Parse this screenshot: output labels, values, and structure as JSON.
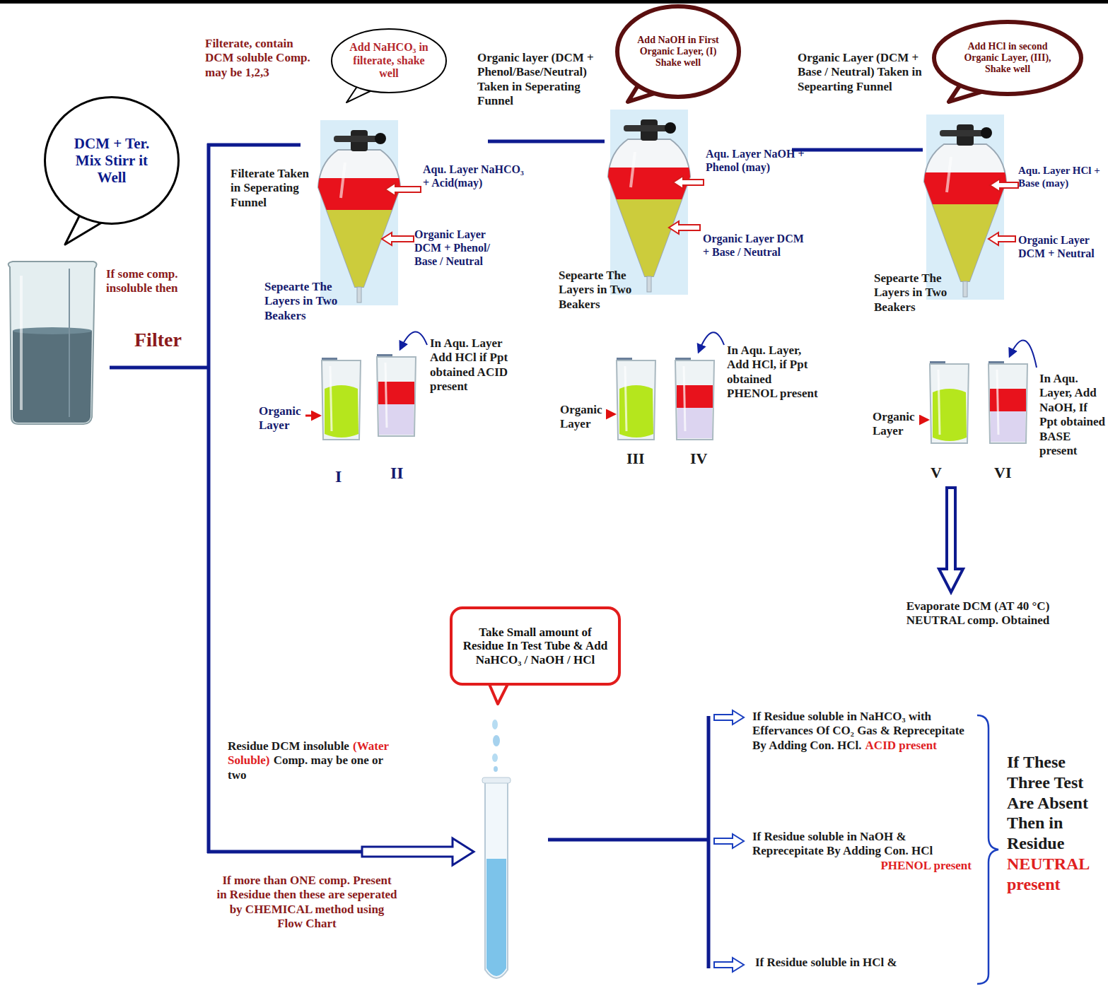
{
  "diagram": {
    "nodes": [
      {
        "text": [
          "DCM + Ter. Mix Stirr it Well"
        ]
      },
      {
        "text": [
          "Add NaHCO₃ in filterate, shake well"
        ]
      },
      {
        "text": [
          "Add NaOH in First Organic Layer, (I) Shake well"
        ]
      },
      {
        "text": [
          "Add HCl in second Organic Layer, (III), Shake well"
        ]
      },
      {
        "text": [
          "Take Small amount of Residue In Test Tube & Add NaHCO₃ / NaOH / HCl"
        ]
      }
    ],
    "labels": [
      "If some comp. insoluble then",
      "Filter",
      "Filterate, contain DCM soluble Comp. may be 1,2,3",
      "Filterate Taken in Seperating Funnel",
      "Aqu. Layer NaHCO₃ + Acid(may)",
      "Organic Layer DCM + Phenol/ Base / Neutral",
      "Sepearte The Layers in Two Beakers",
      "Organic Layer",
      "I",
      "II",
      "In Aqu. Layer Add HCl if Ppt obtained ACID present",
      "Organic layer (DCM + Phenol/Base/Neutral) Taken in Seperating Funnel",
      "Aqu. Layer NaOH + Phenol (may)",
      "Organic Layer DCM + Base / Neutral",
      "Sepearte The Layers in Two Beakers",
      "Organic Layer",
      "III",
      "IV",
      "In Aqu. Layer, Add HCl, if Ppt obtained PHENOL present",
      "Organic Layer (DCM + Base / Neutral) Taken in Sepearting Funnel",
      "Aqu. Layer HCl + Base (may)",
      "Organic Layer DCM + Neutral",
      "Sepearte The Layers in Two Beakers",
      "Organic Layer",
      "V",
      "VI",
      "In Aqu. Layer, Add NaOH, If Ppt obtained BASE present",
      "Evaporate DCM (AT 40 °C) NEUTRAL comp. Obtained",
      "Residue DCM insoluble",
      "(Water Soluble)",
      "Comp. may be one or two",
      "If more than ONE comp. Present in Residue then these are seperated by CHEMICAL method using Flow Chart",
      "If Residue soluble in NaHCO₃ with Effervances Of CO₂ Gas & Reprecepitate By Adding Con. HCl.",
      "ACID present",
      "If Residue soluble in NaOH & Reprecepitate By Adding Con. HCl",
      "PHENOL present",
      "If Residue soluble in HCl &",
      "If These Three Test Are Absent Then in Residue",
      "NEUTRAL present"
    ]
  }
}
